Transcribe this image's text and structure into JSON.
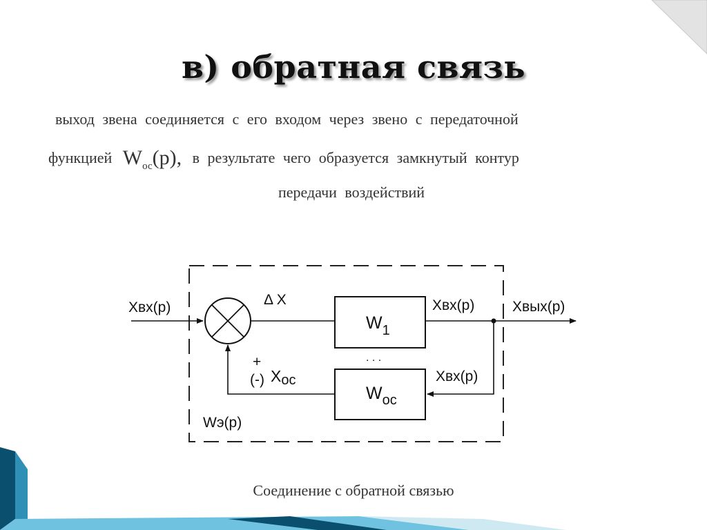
{
  "title": "в) обратная связь",
  "description": {
    "line1": "выход звена соединяется с его   входом  через  звено  с  передаточной",
    "line2_before": "функцией",
    "formula_main": "W",
    "formula_sub": "ос",
    "formula_arg": "(p),",
    "line2_after": "в  результате  чего   образуется замкнутый контур",
    "line3": "передачи воздействий"
  },
  "diagram": {
    "input_label": "Xвх(p)",
    "output_label_inner": "Xвх(p)",
    "output_label": "Xвых(p)",
    "delta_label": "Δ X",
    "block1_label": "W",
    "block1_sub": "1",
    "block2_label": "W",
    "block2_sub": "ос",
    "feedback_in_label": "Xвх(p)",
    "sign_plus": "+",
    "sign_minus": "(-)",
    "feedback_out_label": "X",
    "feedback_out_sub": "ос",
    "equivalent_label": "Wэ(p)",
    "dots": ". . ."
  },
  "caption": "Соединение с обратной связью",
  "colors": {
    "accent_dark": "#0a4f6e",
    "accent_light": "#6fc3e0"
  }
}
